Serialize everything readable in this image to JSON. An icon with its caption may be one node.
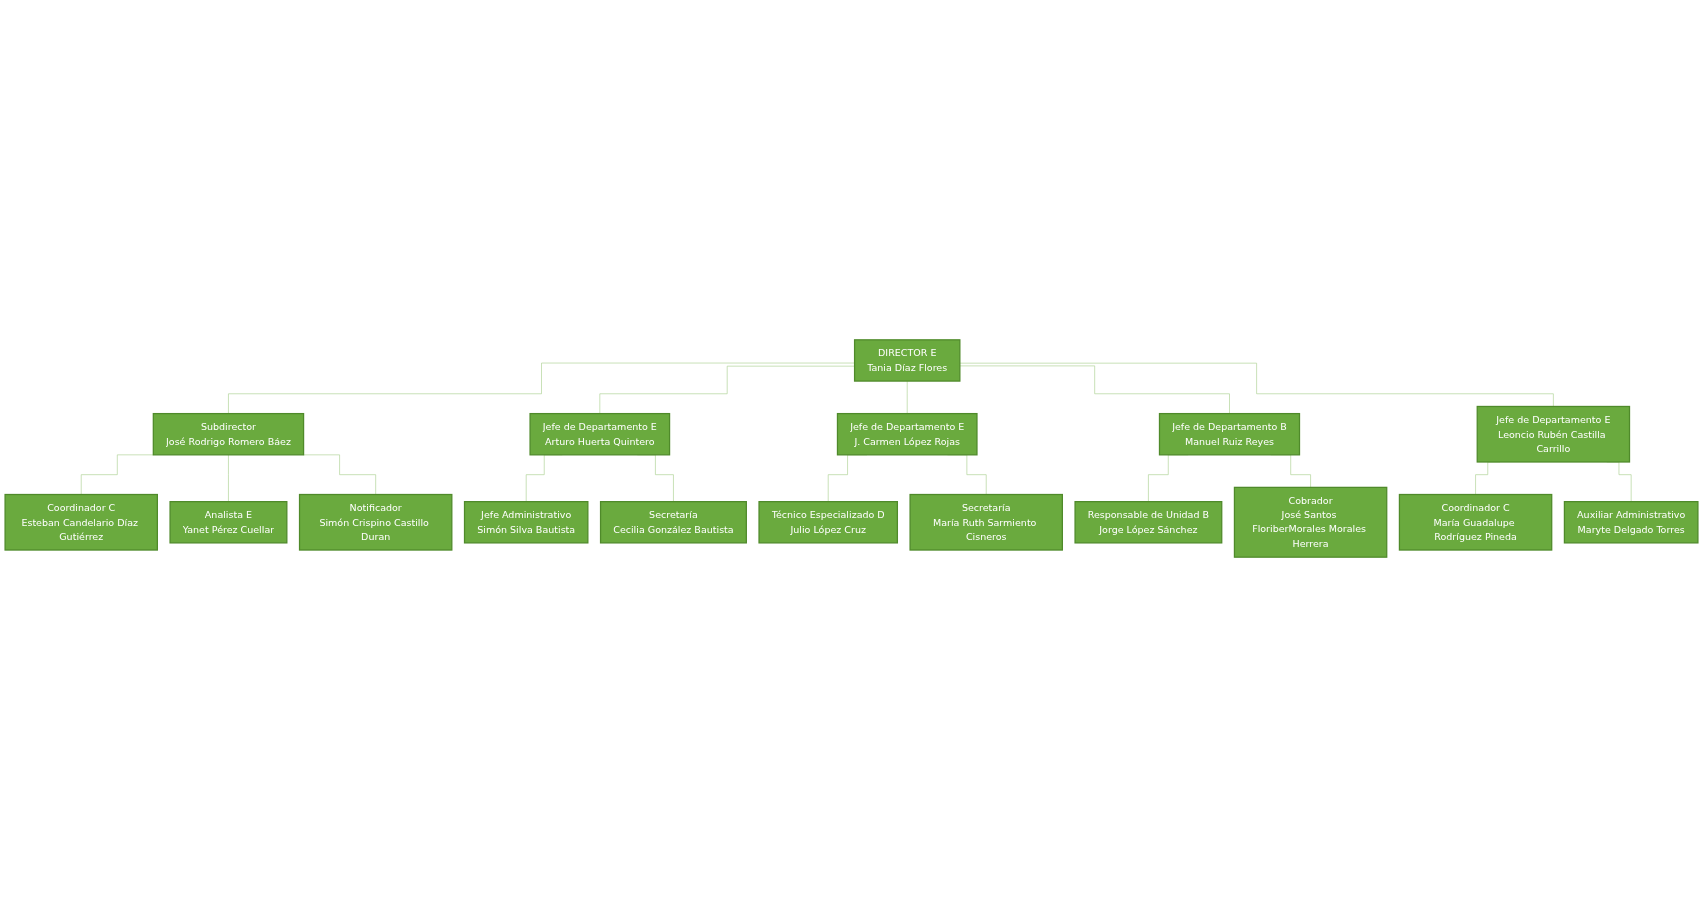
{
  "diagram": {
    "nodes": [
      {
        "text": [
          "DIRECTOR  E",
          "Tania Díaz Flores"
        ]
      },
      {
        "text": [
          "Subdirector",
          "José Rodrigo Romero Báez"
        ]
      },
      {
        "text": [
          "Jefe de Departamento E",
          "Arturo Huerta Quintero"
        ]
      },
      {
        "text": [
          "Jefe de Departamento E",
          "J. Carmen López Rojas"
        ]
      },
      {
        "text": [
          "Jefe de Departamento B",
          "Manuel Ruiz Reyes"
        ]
      },
      {
        "text": [
          "Jefe de Departamento E",
          "Leoncio Rubén Castilla Carrillo"
        ]
      },
      {
        "text": [
          "Coordinador C",
          "Esteban Candelario Díaz Gutiérrez"
        ]
      },
      {
        "text": [
          "Analista E",
          "Yanet Pérez Cuellar"
        ]
      },
      {
        "text": [
          "Notificador",
          "Simón Crispino Castillo Duran"
        ]
      },
      {
        "text": [
          "Jefe Administrativo",
          "Simón Silva Bautista"
        ]
      },
      {
        "text": [
          "Secretaría",
          "Cecilia González Bautista"
        ]
      },
      {
        "text": [
          "Técnico Especializado D",
          "Julio López Cruz"
        ]
      },
      {
        "text": [
          "Secretaría",
          "María Ruth Sarmiento Cisneros"
        ]
      },
      {
        "text": [
          "Responsable de Unidad B",
          "Jorge López Sánchez"
        ]
      },
      {
        "text": [
          "Cobrador",
          "José Santos FloriberMorales Morales Herrera"
        ]
      },
      {
        "text": [
          "Coordinador C",
          "María Guadalupe Rodríguez Pineda"
        ]
      },
      {
        "text": [
          "Auxiliar Administrativo",
          "Maryte Delgado Torres"
        ]
      }
    ],
    "edges": [
      {
        "from": 0,
        "to": 1,
        "arrow": "none"
      },
      {
        "from": 0,
        "to": 2,
        "arrow": "none"
      },
      {
        "from": 0,
        "to": 3,
        "arrow": "none"
      },
      {
        "from": 0,
        "to": 4,
        "arrow": "none"
      },
      {
        "from": 0,
        "to": 5,
        "arrow": "none"
      },
      {
        "from": 1,
        "to": 6,
        "arrow": "none"
      },
      {
        "from": 1,
        "to": 7,
        "arrow": "none"
      },
      {
        "from": 1,
        "to": 8,
        "arrow": "none"
      },
      {
        "from": 2,
        "to": 9,
        "arrow": "none"
      },
      {
        "from": 2,
        "to": 10,
        "arrow": "none"
      },
      {
        "from": 3,
        "to": 11,
        "arrow": "none"
      },
      {
        "from": 3,
        "to": 12,
        "arrow": "none"
      },
      {
        "from": 4,
        "to": 13,
        "arrow": "none"
      },
      {
        "from": 4,
        "to": 14,
        "arrow": "none"
      },
      {
        "from": 5,
        "to": 15,
        "arrow": "none"
      },
      {
        "from": 5,
        "to": 16,
        "arrow": "none"
      }
    ]
  }
}
